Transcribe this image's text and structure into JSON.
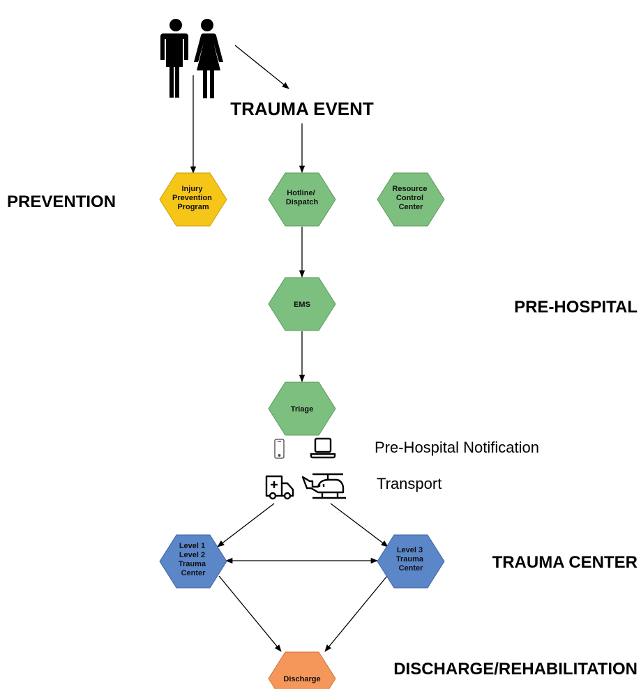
{
  "top_event": "TRAUMA EVENT",
  "stages": {
    "prevention": "PREVENTION",
    "pre_hospital": "PRE-HOSPITAL",
    "trauma_center": "TRAUMA CENTER",
    "discharge": "DISCHARGE/REHABILITATION"
  },
  "notes": {
    "notification": "Pre-Hospital Notification",
    "transport": "Transport"
  },
  "nodes": {
    "injury_prevention": {
      "lines": [
        "Injury",
        "Prevention",
        "Program"
      ],
      "color": "#f5c518"
    },
    "hotline": {
      "lines": [
        "Hotline/",
        "Dispatch"
      ],
      "color": "#7dbf7f"
    },
    "resource_control": {
      "lines": [
        "Resource",
        "Control",
        "Center"
      ],
      "color": "#7dbf7f"
    },
    "ems": {
      "lines": [
        "EMS"
      ],
      "color": "#7dbf7f"
    },
    "triage": {
      "lines": [
        "Triage"
      ],
      "color": "#7dbf7f"
    },
    "level12": {
      "lines": [
        "Level 1",
        "Level 2",
        "Trauma",
        "Center"
      ],
      "color": "#5b86c8"
    },
    "level3": {
      "lines": [
        "Level 3",
        "Trauma",
        "Center"
      ],
      "color": "#5b86c8"
    },
    "discharge_node": {
      "lines": [
        "Discharge"
      ],
      "color": "#f5965a"
    }
  },
  "icons": [
    "man-icon",
    "woman-icon",
    "phone-icon",
    "laptop-icon",
    "ambulance-icon",
    "helicopter-icon"
  ]
}
